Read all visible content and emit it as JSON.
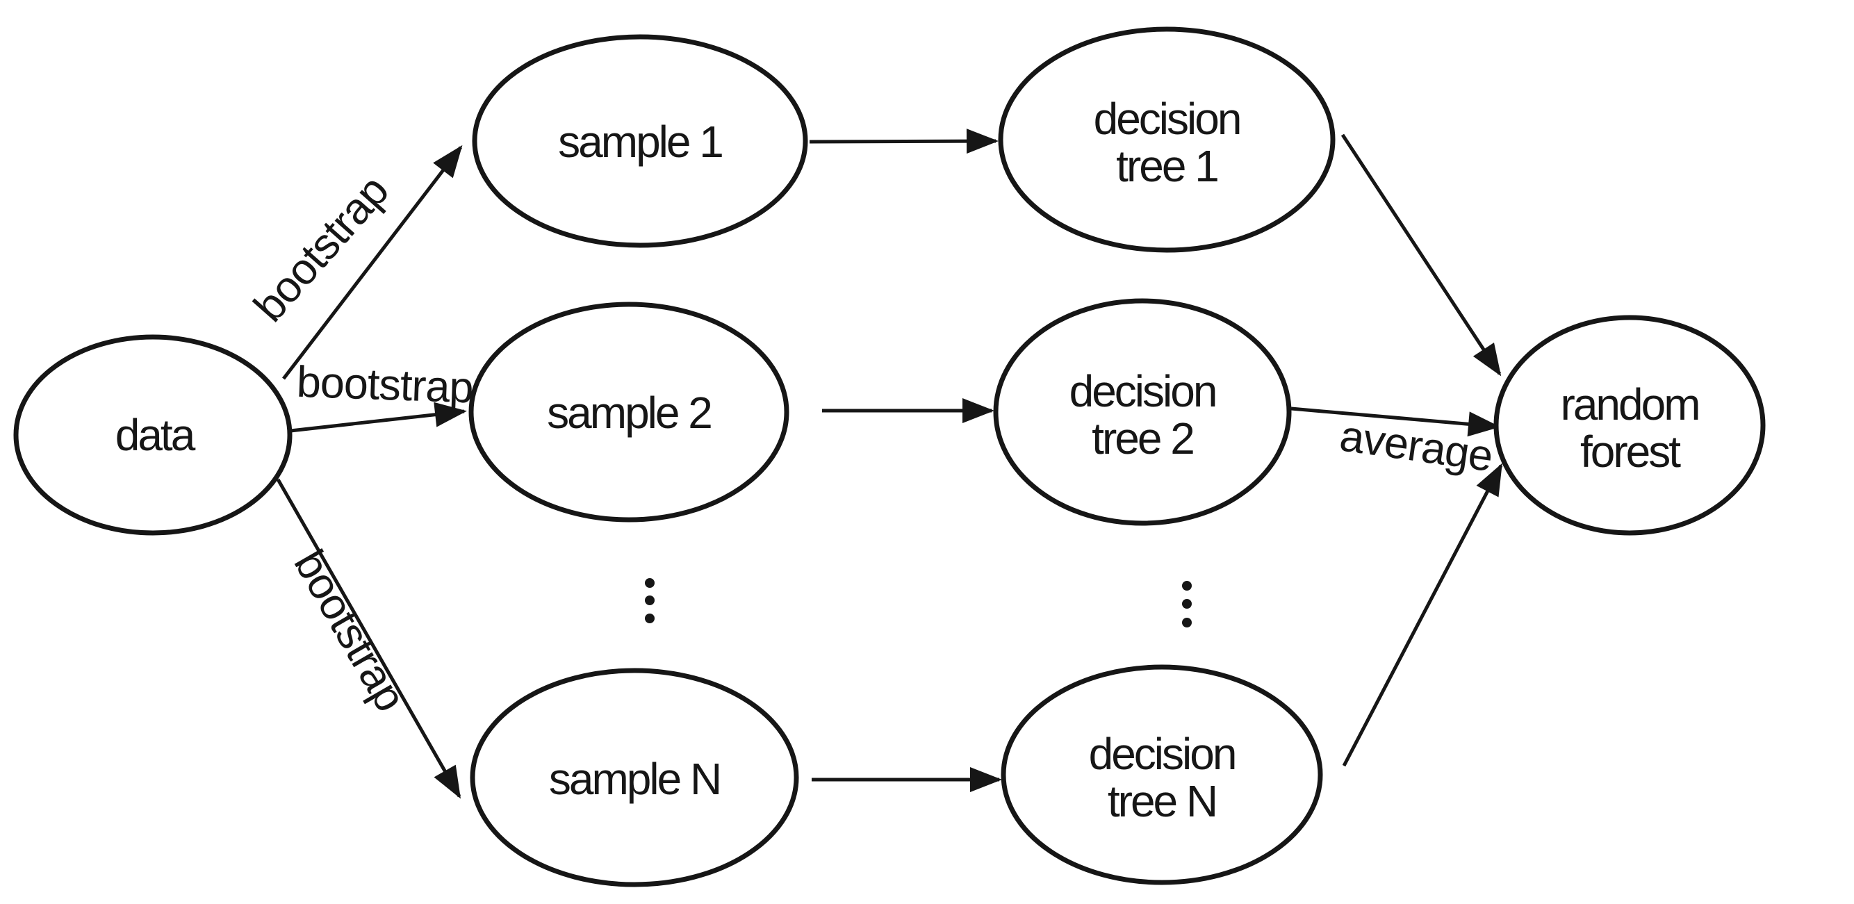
{
  "diagram": {
    "title": "random forest bagging flow",
    "colors": {
      "ink": "#161616",
      "background": "#ffffff"
    },
    "nodes": {
      "data": {
        "label": "data"
      },
      "sample1": {
        "label": "sample 1"
      },
      "sample2": {
        "label": "sample 2"
      },
      "sampleN": {
        "label": "sample N"
      },
      "tree1": {
        "line1": "decision",
        "line2": "tree 1"
      },
      "tree2": {
        "line1": "decision",
        "line2": "tree 2"
      },
      "treeN": {
        "line1": "decision",
        "line2": "tree N"
      },
      "forest": {
        "line1": "random",
        "line2": "forest"
      }
    },
    "edge_labels": {
      "bootstrap_top": "bootstrap",
      "bootstrap_mid": "bootstrap",
      "bootstrap_bottom": "bootstrap",
      "average": "average"
    },
    "icons": {
      "vertical_ellipsis": "⋮"
    }
  }
}
